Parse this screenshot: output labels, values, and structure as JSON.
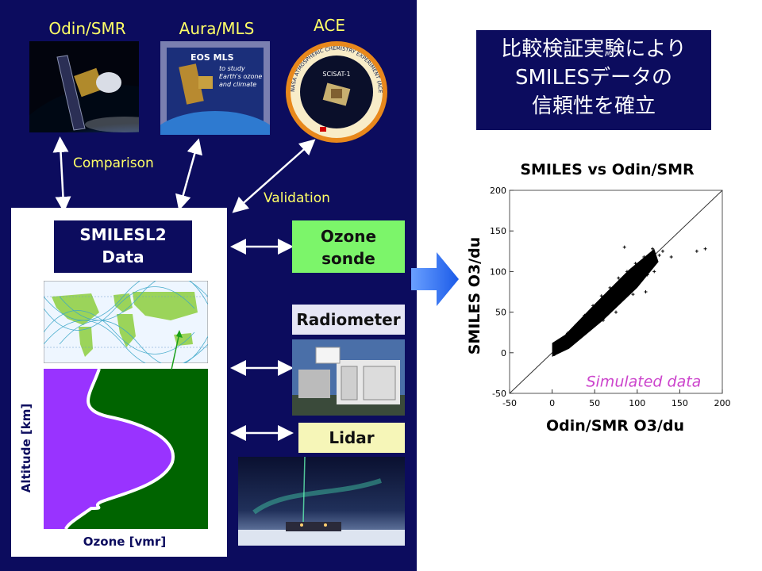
{
  "satellites": [
    {
      "name": "Odin/SMR",
      "icon": "odin-satellite-image"
    },
    {
      "name": "Aura/MLS",
      "icon": "aura-mls-logo",
      "logo_title": "EOS MLS",
      "logo_text": "to study Earth's ozone and climate"
    },
    {
      "name": "ACE",
      "icon": "ace-mission-seal",
      "seal_ring": "NASA ATMOSPHERIC CHEMISTRY EXPERIMENT (ACE) MSC/SMC",
      "seal_center": "SCISAT-1"
    }
  ],
  "labels": {
    "comparison": "Comparison",
    "validation": "Validation"
  },
  "smiles_box": {
    "line1": "SMILESL2",
    "line2": "Data"
  },
  "profile": {
    "ylabel": "Altitude [km]",
    "xlabel": "Ozone [vmr]"
  },
  "instruments": {
    "ozone_sonde_1": "Ozone",
    "ozone_sonde_2": "sonde",
    "radiometer": "Radiometer",
    "lidar": "Lidar"
  },
  "title": {
    "line1": "比較検証実験により",
    "line2": "SMILESデータの",
    "line3": "信頼性を確立"
  },
  "colors": {
    "navy": "#0c0c5e",
    "yellow_label": "#ffff66",
    "green_box": "#7cf56a",
    "lavender_box": "#e6e6f5",
    "lidar_box": "#f6f6b8",
    "profile_green": "#006400",
    "profile_purple": "#9933ff",
    "annotation": "#cc44cc"
  },
  "chart_data": {
    "type": "scatter",
    "title": "SMILES vs Odin/SMR",
    "xlabel": "Odin/SMR O3/du",
    "ylabel": "SMILES O3/du",
    "xlim": [
      -50,
      200
    ],
    "ylim": [
      -50,
      200
    ],
    "xticks": [
      -50,
      0,
      50,
      100,
      150,
      200
    ],
    "yticks": [
      -50,
      0,
      50,
      100,
      150,
      200
    ],
    "reference_line": "1:1",
    "annotation": "Simulated data",
    "points": [
      [
        5,
        5
      ],
      [
        10,
        8
      ],
      [
        15,
        14
      ],
      [
        20,
        18
      ],
      [
        25,
        22
      ],
      [
        30,
        28
      ],
      [
        35,
        35
      ],
      [
        40,
        38
      ],
      [
        45,
        44
      ],
      [
        50,
        52
      ],
      [
        55,
        54
      ],
      [
        60,
        62
      ],
      [
        65,
        64
      ],
      [
        70,
        72
      ],
      [
        75,
        74
      ],
      [
        80,
        82
      ],
      [
        85,
        86
      ],
      [
        90,
        90
      ],
      [
        95,
        98
      ],
      [
        100,
        102
      ],
      [
        105,
        108
      ],
      [
        110,
        112
      ],
      [
        115,
        118
      ],
      [
        120,
        122
      ],
      [
        8,
        12
      ],
      [
        12,
        6
      ],
      [
        18,
        24
      ],
      [
        22,
        16
      ],
      [
        28,
        34
      ],
      [
        32,
        24
      ],
      [
        38,
        46
      ],
      [
        42,
        32
      ],
      [
        48,
        58
      ],
      [
        52,
        42
      ],
      [
        58,
        70
      ],
      [
        62,
        50
      ],
      [
        68,
        80
      ],
      [
        72,
        60
      ],
      [
        78,
        92
      ],
      [
        82,
        70
      ],
      [
        88,
        100
      ],
      [
        92,
        80
      ],
      [
        98,
        110
      ],
      [
        102,
        88
      ],
      [
        108,
        118
      ],
      [
        112,
        96
      ],
      [
        118,
        128
      ],
      [
        3,
        -2
      ],
      [
        6,
        2
      ],
      [
        14,
        10
      ],
      [
        26,
        30
      ],
      [
        36,
        40
      ],
      [
        46,
        50
      ],
      [
        56,
        60
      ],
      [
        66,
        68
      ],
      [
        76,
        78
      ],
      [
        86,
        88
      ],
      [
        96,
        94
      ],
      [
        106,
        104
      ],
      [
        116,
        112
      ],
      [
        126,
        120
      ],
      [
        130,
        125
      ],
      [
        140,
        118
      ],
      [
        85,
        130
      ],
      [
        170,
        125
      ],
      [
        180,
        128
      ],
      [
        120,
        100
      ],
      [
        95,
        72
      ],
      [
        75,
        50
      ],
      [
        60,
        40
      ],
      [
        110,
        75
      ]
    ]
  }
}
